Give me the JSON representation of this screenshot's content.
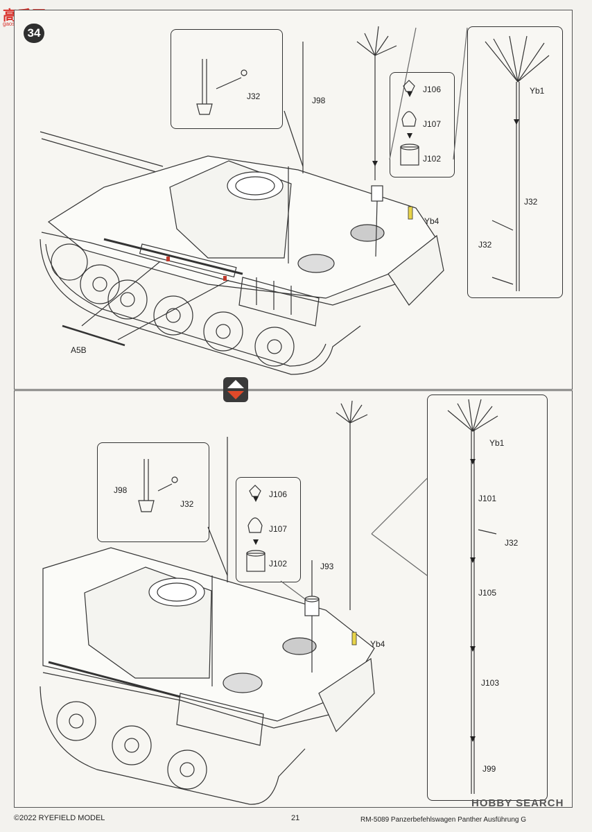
{
  "site_logo": {
    "main": "高手网",
    "sub": "gaoshou.com"
  },
  "step_number": "34",
  "top_panel": {
    "callout_part": "J32",
    "antenna_part": "J98",
    "mount_parts": [
      "J106",
      "J107",
      "J102"
    ],
    "bracket_part": "Yb4",
    "hull_part": "A5B",
    "detail": {
      "tip": "Yb1",
      "rod": "J32",
      "clips": "J32"
    }
  },
  "bottom_panel": {
    "callout_parts": [
      "J98",
      "J32"
    ],
    "mount_parts": [
      "J106",
      "J107",
      "J102"
    ],
    "base_part": "J93",
    "bracket_part": "Yb4",
    "detail": {
      "tip": "Yb1",
      "sections": [
        "J101",
        "J32",
        "J105",
        "J103",
        "J99"
      ]
    }
  },
  "footer": {
    "copyright": "©2022 RYEFIELD MODEL",
    "page": "21",
    "title": "RM-5089 Panzerbefehlswagen Panther Ausführung G"
  },
  "watermark": "HOBBY SEARCH",
  "colors": {
    "bracket": "#e8d44a",
    "swap_up": "#ffffff",
    "swap_down": "#e04a2a"
  }
}
